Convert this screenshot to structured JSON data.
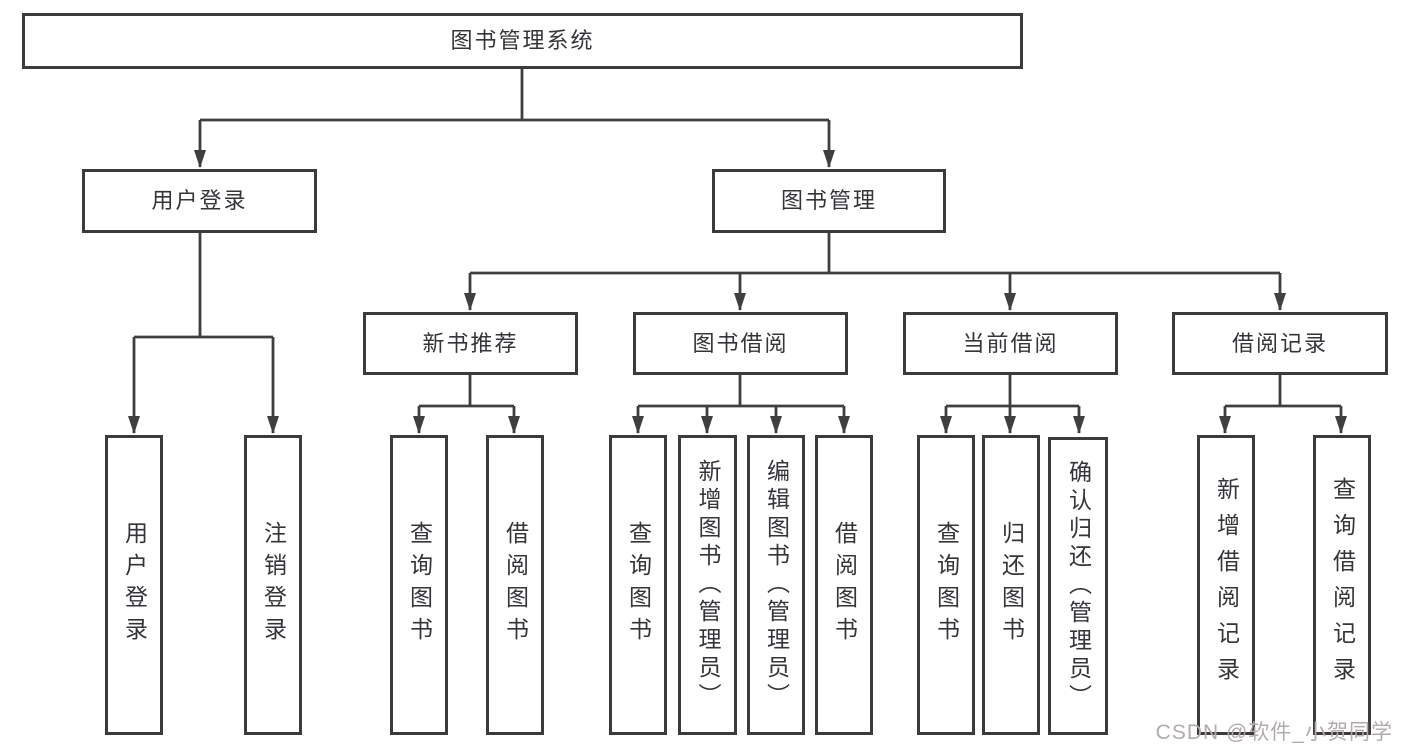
{
  "nodes": {
    "root": "图书管理系统",
    "userLoginGroup": "用户登录",
    "bookMgmt": "图书管理",
    "newBookRec": "新书推荐",
    "bookBorrow": "图书借阅",
    "currentBorrow": "当前借阅",
    "borrowRecords": "借阅记录",
    "leafUserLogin": "用户登录",
    "leafLogout": "注销登录",
    "recQueryBooks": "查询图书",
    "recBorrowBooks": "借阅图书",
    "bbQueryBooks": "查询图书",
    "bbAddBooksAdmin": "新增图书（管理员）",
    "bbEditBooksAdmin": "编辑图书（管理员）",
    "bbBorrowBooks": "借阅图书",
    "cbQueryBooks": "查询图书",
    "cbReturnBooks": "归还图书",
    "cbConfirmReturnAdmin": "确认归还（管理员）",
    "brAddRecord": "新增借阅记录",
    "brQueryRecord": "查询借阅记录"
  },
  "colors": {
    "line": "#3f3f3f",
    "border": "#3b3b3b",
    "text": "#333539",
    "watermark": "#b3abab"
  },
  "watermark": "CSDN @软件_小贺同学"
}
